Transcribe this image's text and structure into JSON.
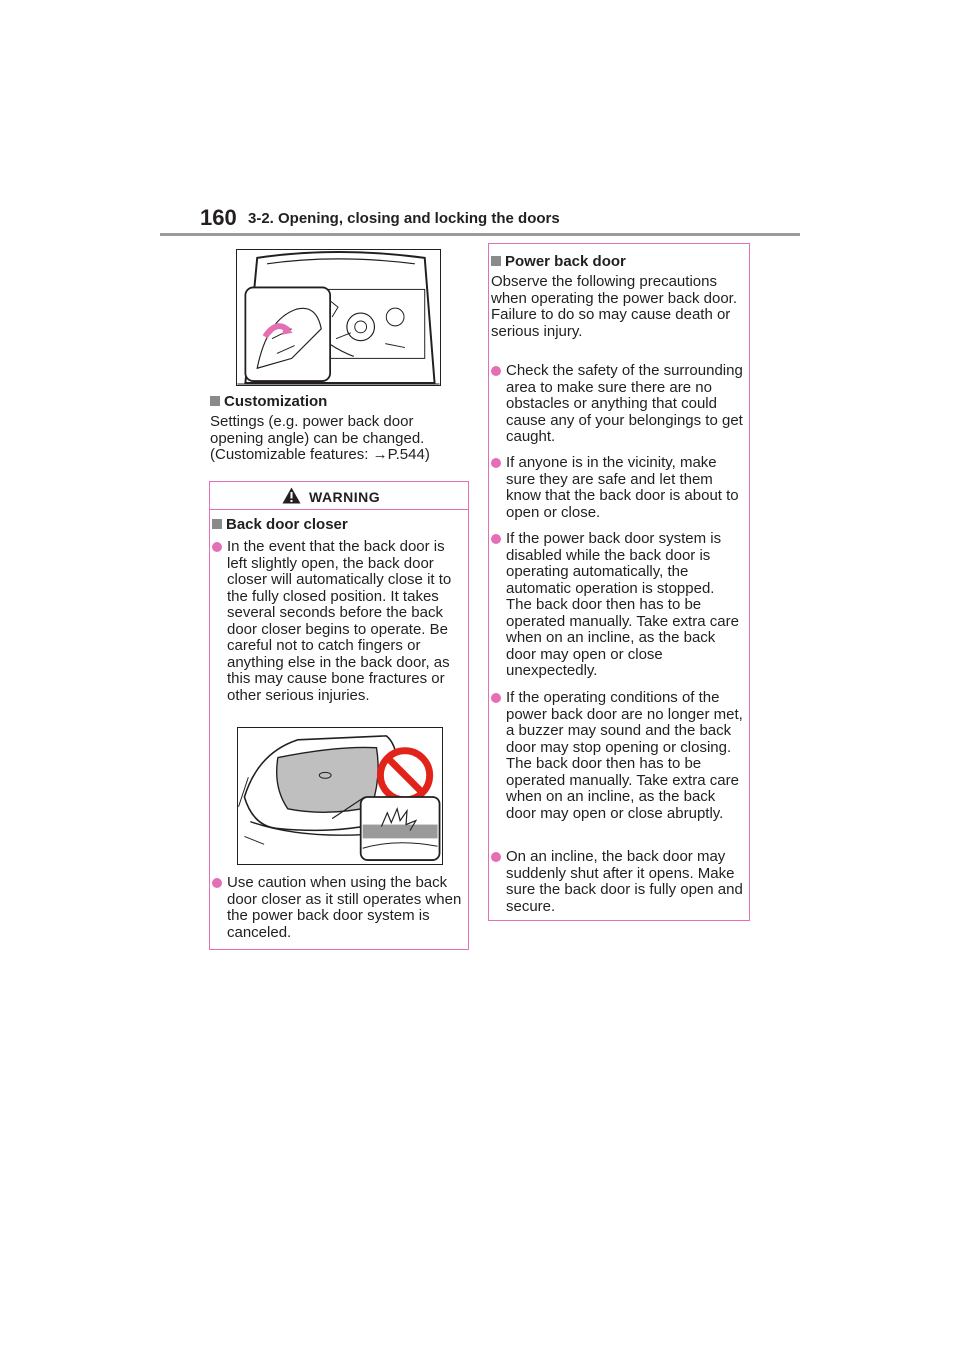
{
  "header": {
    "page_number": "160",
    "section_title": "3-2. Opening, closing and locking the doors"
  },
  "left": {
    "customization": {
      "heading": "Customization",
      "text": "Settings (e.g. power back door opening angle) can be changed. (Customizable features: →P.544)"
    },
    "warning": {
      "title": "WARNING",
      "heading": "Back door closer",
      "bullet1": "In the event that the back door is left slightly open, the back door closer will automatically close it to the fully closed position. It takes several seconds before the back door closer begins to operate. Be careful not to catch fingers or anything else in the back door, as this may cause bone fractures or other serious injuries.",
      "bullet2": "Use caution when using the back door closer as it still operates when the power back door system is canceled."
    }
  },
  "right": {
    "heading": "Power back door",
    "intro": "Observe the following precautions when operating the power back door. Failure to do so may cause death or serious injury.",
    "bullets": [
      "Check the safety of the surrounding area to make sure there are no obstacles or anything that could cause any of your belongings to get caught.",
      "If anyone is in the vicinity, make sure they are safe and let them know that the back door is about to open or close.",
      "If the power back door system is disabled while the back door is operating automatically, the automatic operation is stopped. The back door then has to be operated manually. Take extra care when on an incline, as the back door may open or close unexpectedly.",
      "If the operating conditions of the power back door are no longer met, a buzzer may sound and the back door may stop opening or closing. The back door then has to be operated manually. Take extra care when on an incline, as the back door may open or close abruptly.",
      "On an incline, the back door may suddenly shut after it opens. Make sure the back door is fully open and secure."
    ]
  },
  "colors": {
    "warning_accent": "#e46fb4",
    "prohibition_red": "#e2231a",
    "rule_gray": "#9b9b9b"
  }
}
